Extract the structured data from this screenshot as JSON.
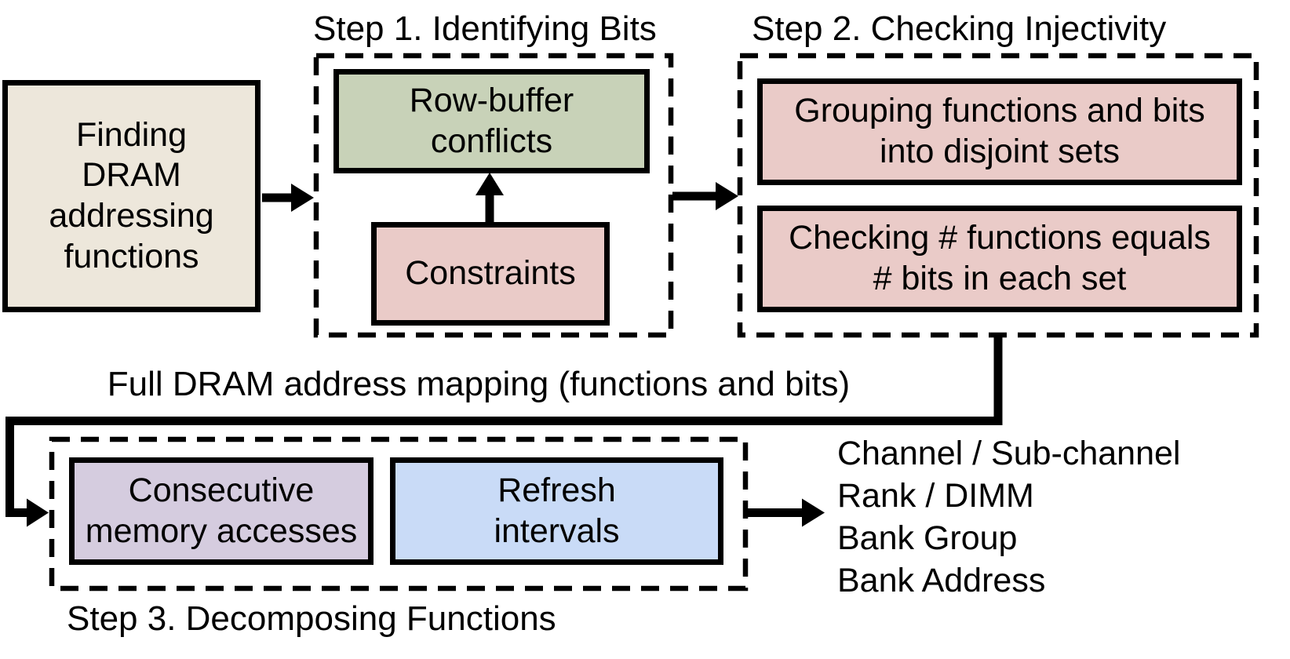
{
  "diagram": {
    "colors": {
      "bg": "#FFFFFF",
      "ink": "#000000",
      "beige": "#EDE7DB",
      "green": "#C8D2B8",
      "pink": "#EACBC8",
      "purple": "#D5CCDF",
      "blue": "#C9DBF7"
    },
    "finding_box": {
      "lines": [
        "Finding",
        "DRAM",
        "addressing",
        "functions"
      ]
    },
    "step1": {
      "title": "Step 1. Identifying Bits",
      "row_buffer_box": {
        "line1": "Row-buffer",
        "line2": "conflicts"
      },
      "constraints_box": {
        "label": "Constraints"
      }
    },
    "step2": {
      "title": "Step 2. Checking Injectivity",
      "grouping_box": {
        "line1": "Grouping functions and bits",
        "line2": "into disjoint sets"
      },
      "checking_box": {
        "line1": "Checking # functions equals",
        "line2": "# bits in each set"
      }
    },
    "mapping_label": "Full DRAM address mapping (functions and bits)",
    "step3": {
      "title": "Step 3. Decomposing Functions",
      "consecutive_box": {
        "line1": "Consecutive",
        "line2": "memory accesses"
      },
      "refresh_box": {
        "line1": "Refresh",
        "line2": "intervals"
      }
    },
    "outputs": [
      "Channel / Sub-channel",
      "Rank / DIMM",
      "Bank Group",
      "Bank Address"
    ]
  }
}
